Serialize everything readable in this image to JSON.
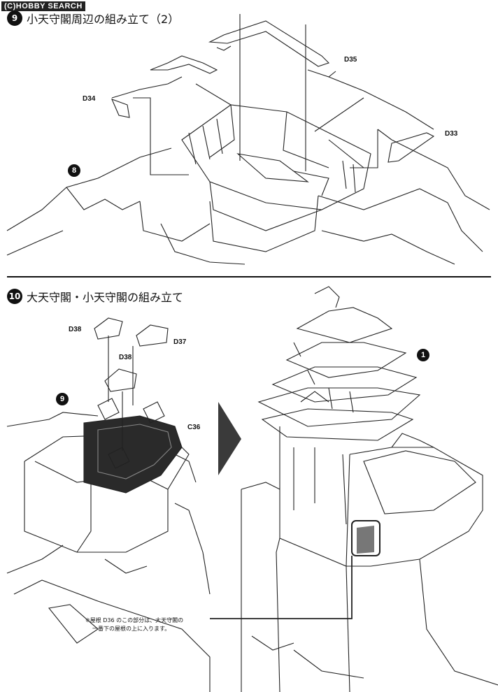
{
  "watermark": "(C)HOBBY SEARCH",
  "step9": {
    "number": "9",
    "title": "小天守閣周辺の組み立て（2）"
  },
  "step10": {
    "number": "10",
    "title": "大天守閣・小天守閣の組み立て"
  },
  "parts": {
    "d35": "D35",
    "d34": "D34",
    "d33": "D33",
    "d38a": "D38",
    "d37": "D37",
    "d38b": "D38",
    "c36": "C36"
  },
  "refs": {
    "ref8": "8",
    "ref9": "9",
    "ref1": "1"
  },
  "note": {
    "line1": "※屋根 D36 のこの部分は、大天守閣の",
    "line2": "一番下の屋根の上に入ります。"
  }
}
